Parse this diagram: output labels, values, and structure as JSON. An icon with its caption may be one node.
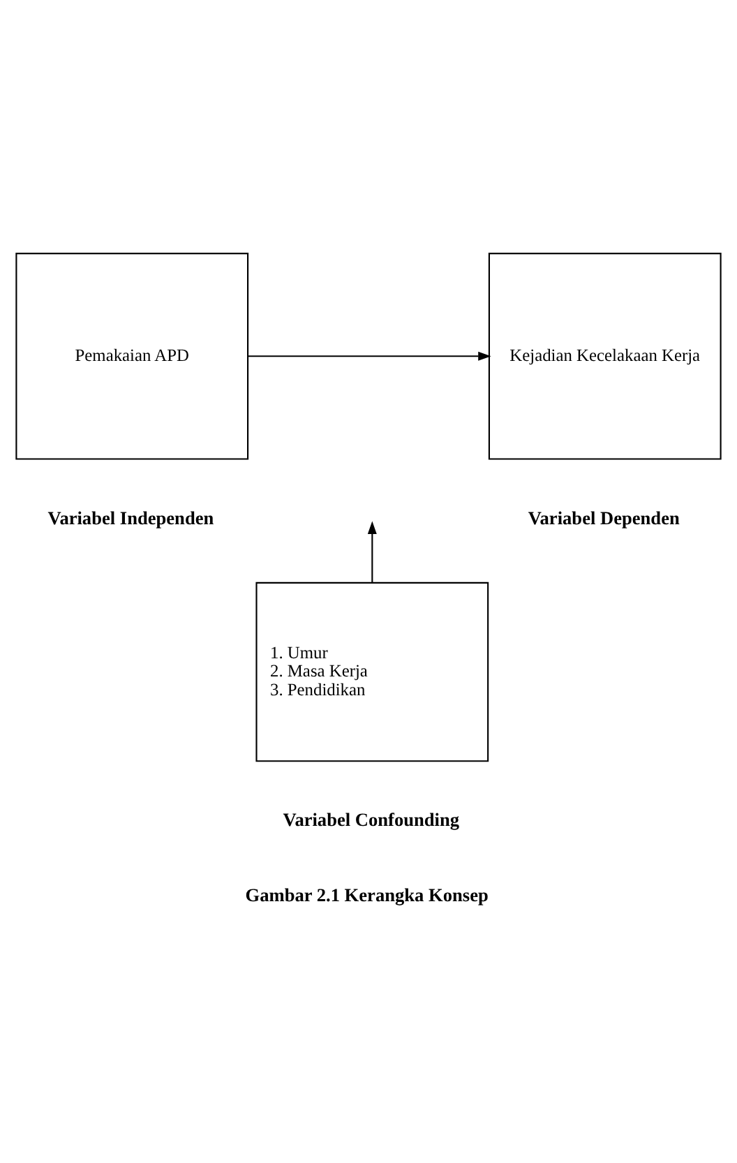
{
  "diagram": {
    "caption": "Gambar 2.1 Kerangka Konsep",
    "nodes": [
      {
        "text": [
          "Pemakaian APD"
        ],
        "beside": [
          "Variabel Independen"
        ]
      },
      {
        "text": [
          "Kejadian Kecelakaan Kerja"
        ],
        "beside": [
          "Variabel Dependen"
        ]
      },
      {
        "text": [
          "1. Umur",
          "2. Masa Kerja",
          "3. Pendidikan"
        ],
        "beside": [
          "Variabel Confounding"
        ]
      }
    ],
    "edges": [
      {
        "from": 0,
        "to": 1,
        "arrow": "to"
      },
      {
        "from": 2,
        "to": null,
        "arrow": "to"
      }
    ]
  }
}
